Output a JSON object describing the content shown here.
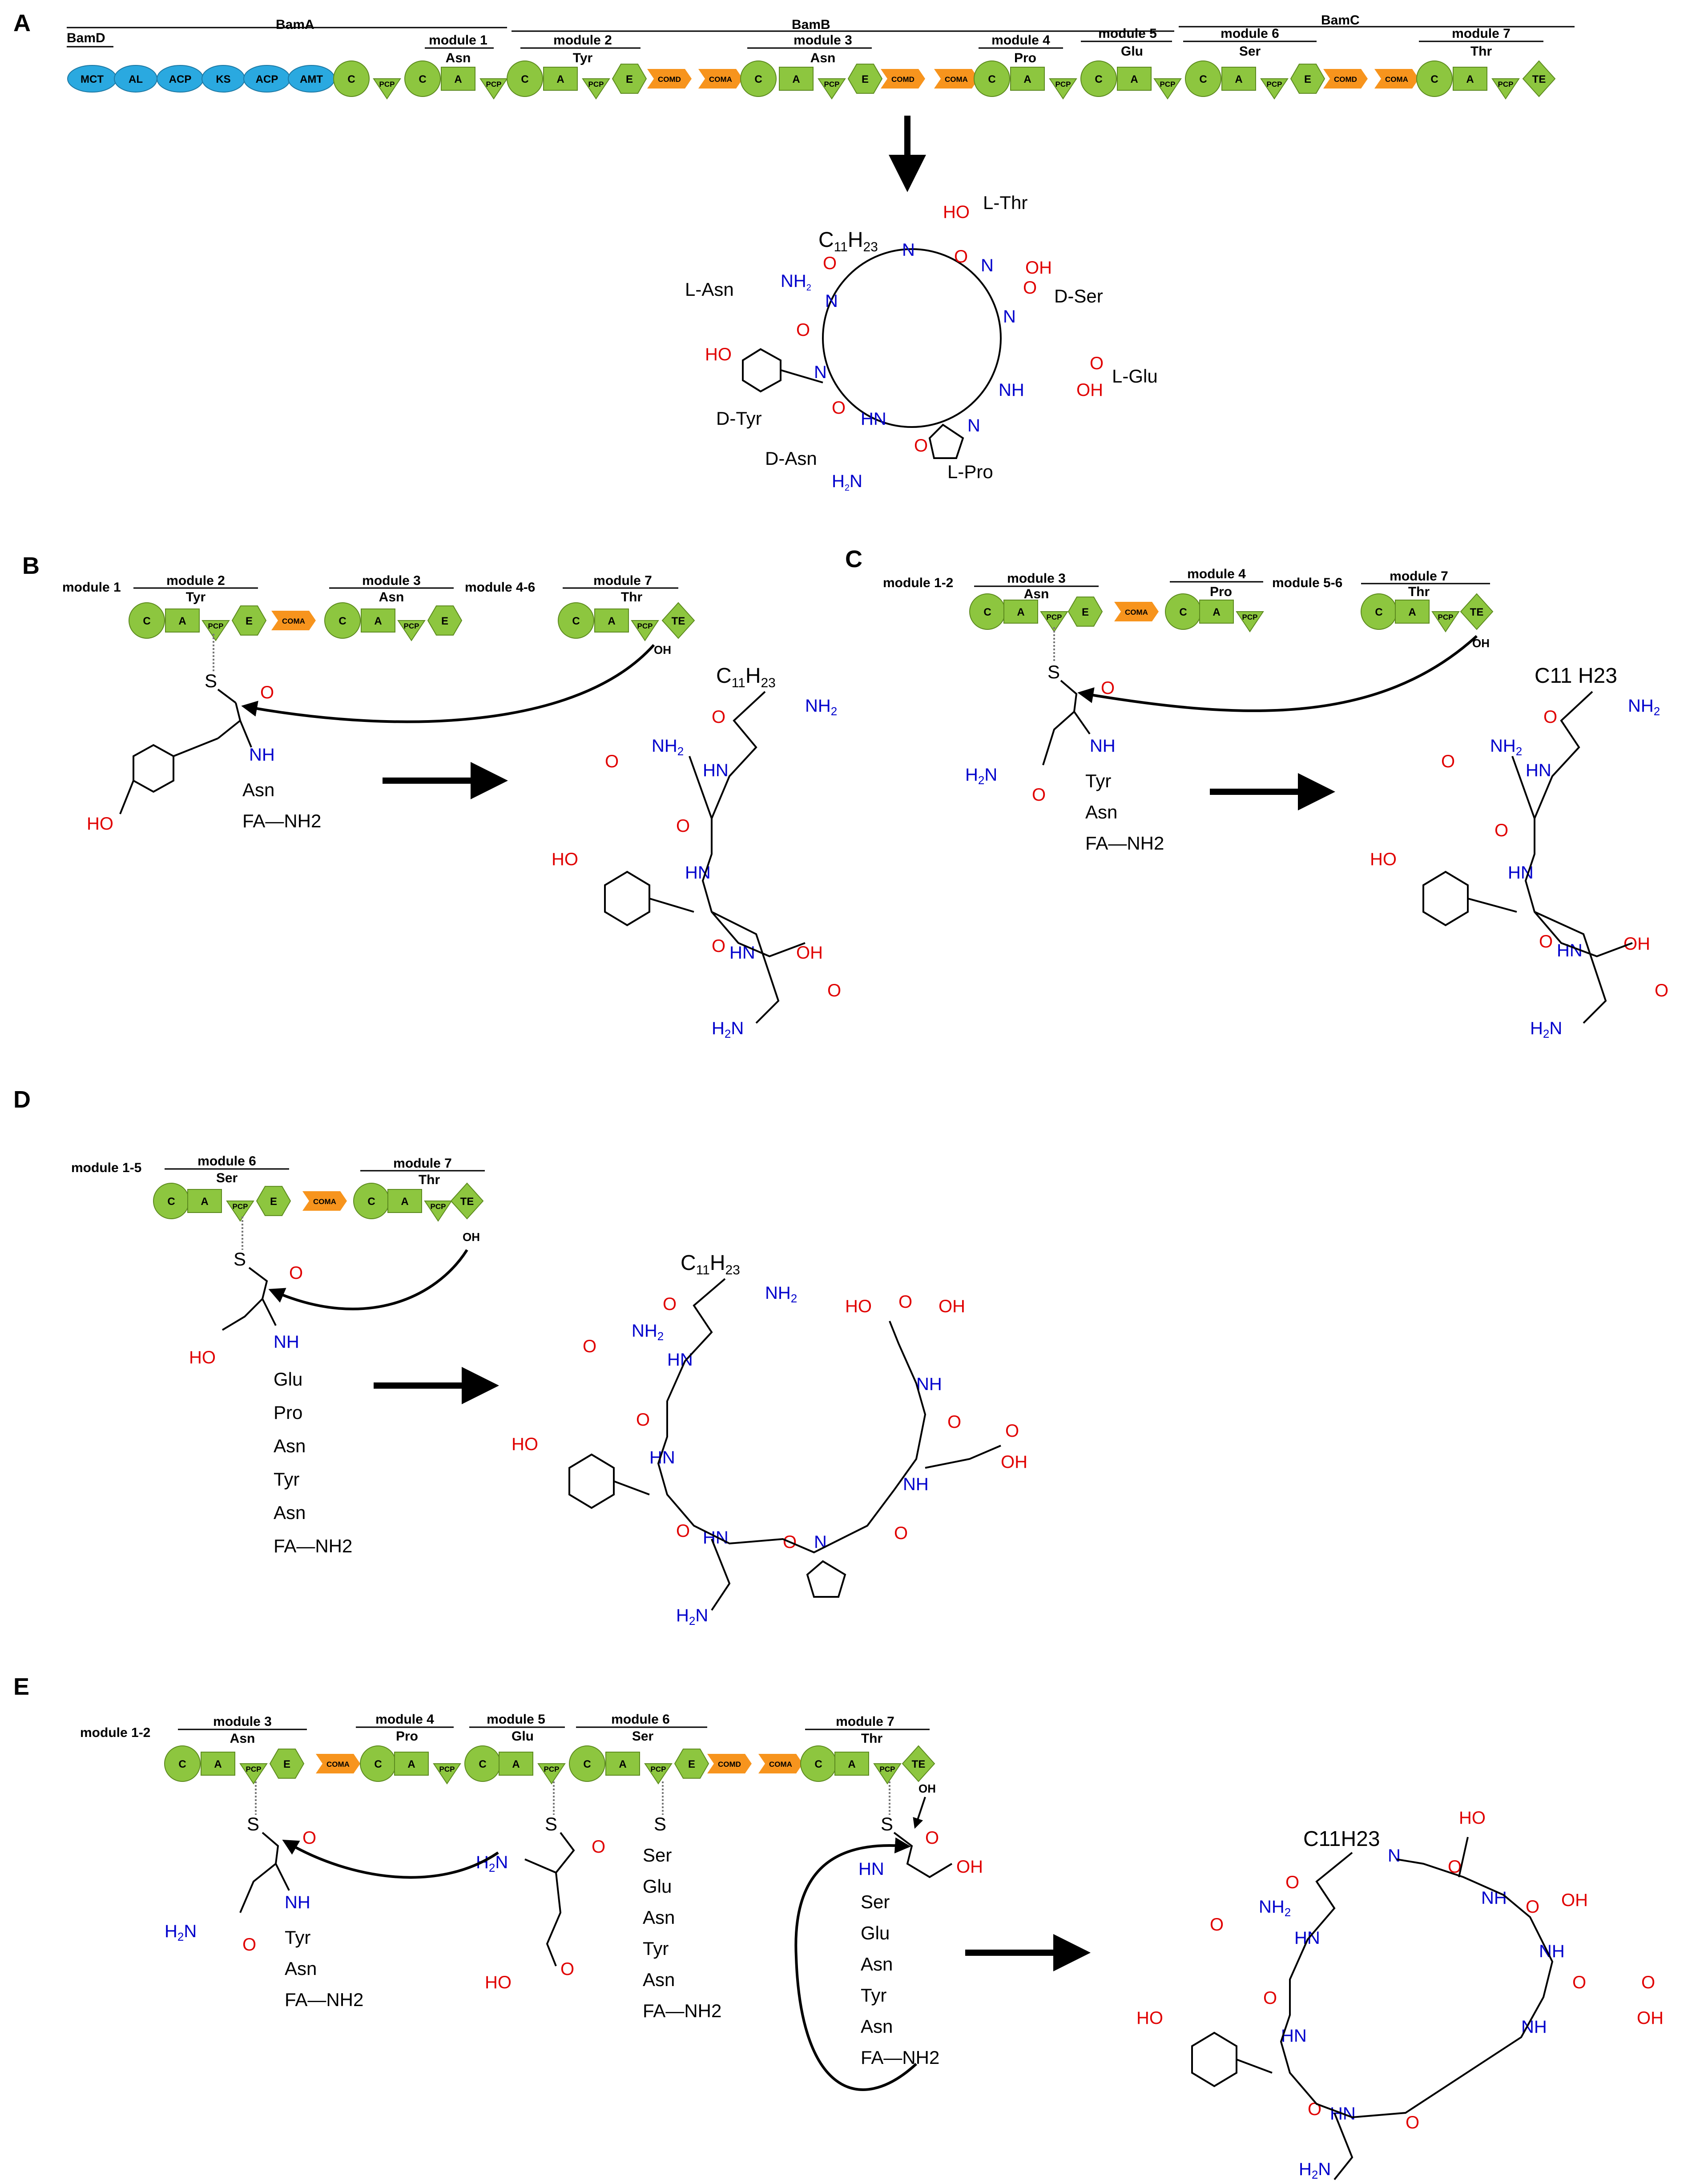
{
  "panels": {
    "A": "A",
    "B": "B",
    "C": "C",
    "D": "D",
    "E": "E"
  },
  "panelA": {
    "proteins": [
      "BamD",
      "BamA",
      "BamB",
      "BamC"
    ],
    "blue_domains": [
      "MCT",
      "AL",
      "ACP",
      "KS",
      "ACP",
      "AMT"
    ],
    "modules": [
      {
        "name": "module 1",
        "aa": "Asn"
      },
      {
        "name": "module 2",
        "aa": "Tyr"
      },
      {
        "name": "module 3",
        "aa": "Asn"
      },
      {
        "name": "module 4",
        "aa": "Pro"
      },
      {
        "name": "module 5",
        "aa": "Glu"
      },
      {
        "name": "module 6",
        "aa": "Ser"
      },
      {
        "name": "module 7",
        "aa": "Thr"
      }
    ],
    "domain_labels": {
      "C": "C",
      "A": "A",
      "PCP": "PCP",
      "E": "E",
      "COMD": "COMD",
      "COMA": "COMA",
      "TE": "TE"
    },
    "product": {
      "lipid": "C11H23",
      "residues": [
        "L-Thr",
        "D-Ser",
        "L-Glu",
        "L-Pro",
        "D-Asn",
        "D-Tyr",
        "L-Asn"
      ],
      "atoms": {
        "nh": "N",
        "h": "H",
        "ho": "HO",
        "oh": "OH",
        "nh2": "NH2",
        "h2n": "H2N",
        "o": "O",
        "n": "N"
      }
    }
  },
  "panelB": {
    "labels": [
      "module 1",
      "module 2",
      "Tyr",
      "module 3",
      "Asn",
      "module 4-6",
      "module 7",
      "Thr"
    ],
    "chain": [
      "Asn",
      "FA—NH2"
    ],
    "atoms": {
      "s": "S",
      "o": "O",
      "nh": "NH",
      "ho": "HO",
      "oh": "OH",
      "nh2": "NH2",
      "h2n": "H2N",
      "hn": "HN"
    },
    "lipid": "C11H23"
  },
  "panelC": {
    "labels": [
      "module 1-2",
      "module 3",
      "Asn",
      "module 4",
      "Pro",
      "module 5-6",
      "module 7",
      "Thr"
    ],
    "chain": [
      "Tyr",
      "Asn",
      "FA—NH2"
    ],
    "lipid": "C11 H23"
  },
  "panelD": {
    "labels": [
      "module 1-5",
      "module 6",
      "Ser",
      "module 7",
      "Thr"
    ],
    "chain": [
      "Glu",
      "Pro",
      "Asn",
      "Tyr",
      "Asn",
      "FA—NH2"
    ],
    "lipid": "C11H23"
  },
  "panelE": {
    "labels": [
      "module 1-2",
      "module 3",
      "Asn",
      "module 4",
      "Pro",
      "module 5",
      "Glu",
      "module 6",
      "Ser",
      "module 7",
      "Thr"
    ],
    "chain1": [
      "Tyr",
      "Asn",
      "FA—NH2"
    ],
    "chain2": [
      "Ser",
      "Glu",
      "Asn",
      "Tyr",
      "Asn",
      "FA—NH2"
    ],
    "chain3": [
      "Ser",
      "Glu",
      "Asn",
      "Tyr",
      "Asn",
      "FA—NH2"
    ],
    "lipid": "C11H23"
  },
  "colors": {
    "green": "#8dc63f",
    "green_dark": "#5c8a1e",
    "blue": "#2aa9e0",
    "orange": "#f7941d",
    "red": "#e00000",
    "blue_atom": "#0000cc"
  }
}
